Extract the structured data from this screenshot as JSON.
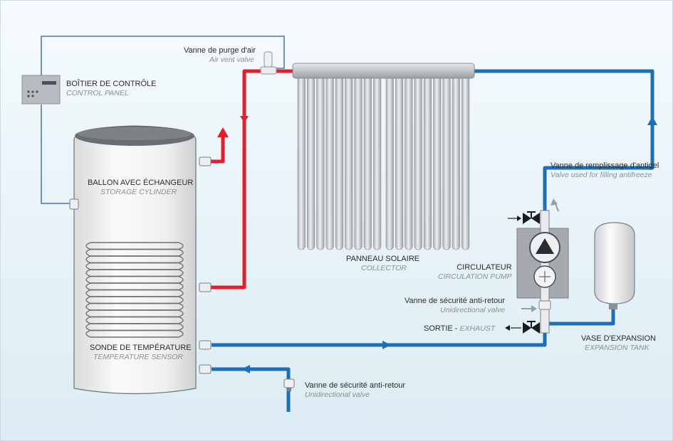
{
  "labels": {
    "air_vent": {
      "fr": "Vanne de purge d'air",
      "en": "Air vent valve"
    },
    "control_panel": {
      "fr": "BOÎTIER DE CONTRÔLE",
      "en": "CONTROL PANEL"
    },
    "storage": {
      "fr": "BALLON AVEC ÉCHANGEUR",
      "en": "STORAGE CYLINDER"
    },
    "collector": {
      "fr": "PANNEAU SOLAIRE",
      "en": "COLLECTOR"
    },
    "fill_valve": {
      "fr": "Vanne de remplissage d'antigel",
      "en": "Valve used for filling antifreeze"
    },
    "pump": {
      "fr": "CIRCULATEUR",
      "en": "CIRCULATION PUMP"
    },
    "check_valve_pump": {
      "fr": "Vanne de sécurité anti-retour",
      "en": "Unidirectional valve"
    },
    "exhaust": {
      "fr": "SORTIE - ",
      "en": "EXHAUST"
    },
    "expansion": {
      "fr": "VASE D'EXPANSION",
      "en": "EXPANSION TANK"
    },
    "sensor": {
      "fr": "SONDE DE TEMPÉRATURE",
      "en": "TEMPERATURE SENSOR"
    },
    "check_valve_inlet": {
      "fr": "Vanne de sécurité anti-retour",
      "en": "Unidirectional valve"
    }
  },
  "colors": {
    "hot_pipe": "#e31e2d",
    "cold_pipe": "#1f6fb5",
    "control_wire": "#2f5f8f",
    "tank_body": "#f4f4f4",
    "collector_tube": "#c9ccd0"
  }
}
